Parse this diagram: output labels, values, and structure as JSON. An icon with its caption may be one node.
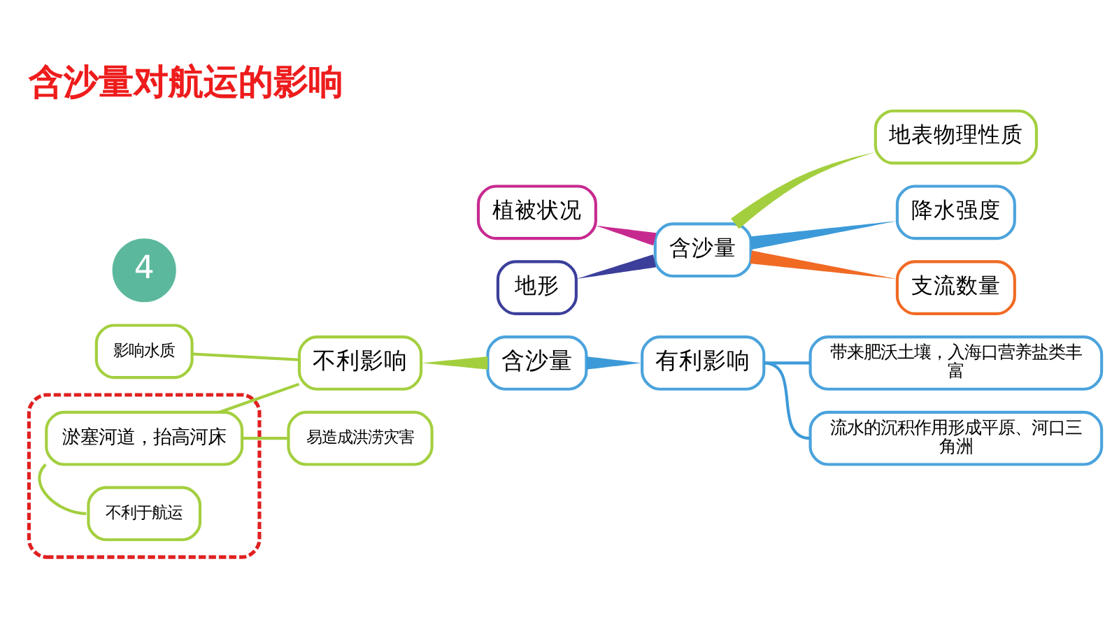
{
  "diagram": {
    "title": "含沙量对航运的影响",
    "nodes": [
      {
        "text": [
          "4"
        ]
      },
      {
        "text": [
          "植被状况"
        ]
      },
      {
        "text": [
          "地形"
        ]
      },
      {
        "text": [
          "含沙量"
        ]
      },
      {
        "text": [
          "地表物理性质"
        ]
      },
      {
        "text": [
          "降水强度"
        ]
      },
      {
        "text": [
          "支流数量"
        ]
      },
      {
        "text": [
          "影响水质"
        ]
      },
      {
        "text": [],
        "shape": "box"
      },
      {
        "text": [
          "淤塞河道，抬高河床"
        ],
        "in": 8
      },
      {
        "text": [
          "不利于航运"
        ],
        "in": 8
      },
      {
        "text": [
          "易造成洪涝灾害"
        ]
      },
      {
        "text": [
          "不利影响"
        ]
      },
      {
        "text": [
          "含沙量"
        ]
      },
      {
        "text": [
          "有利影响"
        ]
      },
      {
        "text": [
          "带来肥沃土壤，入海口营养盐类丰富"
        ]
      },
      {
        "text": [
          "流水的沉积作用形成平原、河口三角洲"
        ]
      }
    ],
    "edges": [
      {
        "from": 1,
        "to": 3,
        "arrow": "none",
        "style": "thick",
        "color": "#c72a8f"
      },
      {
        "from": 2,
        "to": 3,
        "arrow": "none",
        "style": "thick",
        "color": "#3b3f9a"
      },
      {
        "from": 3,
        "to": 4,
        "arrow": "none",
        "style": "thick"
      },
      {
        "from": 3,
        "to": 5,
        "arrow": "none",
        "style": "thick",
        "color": "#3d9ad8"
      },
      {
        "from": 3,
        "to": 6,
        "arrow": "none",
        "style": "thick",
        "color": "#f06a24"
      },
      {
        "from": 12,
        "to": 13,
        "arrow": "none",
        "style": "thick"
      },
      {
        "from": 13,
        "to": 14,
        "arrow": "none",
        "style": "thick",
        "color": "#3d9ad8"
      },
      {
        "from": 7,
        "to": 12,
        "arrow": "none"
      },
      {
        "from": 9,
        "to": 12,
        "arrow": "none"
      },
      {
        "from": 9,
        "to": 10,
        "arrow": "none"
      },
      {
        "from": 9,
        "to": 11,
        "arrow": "none"
      },
      {
        "from": 14,
        "to": 15,
        "arrow": "none",
        "color": "#3d9ad8"
      },
      {
        "from": 14,
        "to": 16,
        "arrow": "none",
        "color": "#3d9ad8"
      }
    ]
  }
}
